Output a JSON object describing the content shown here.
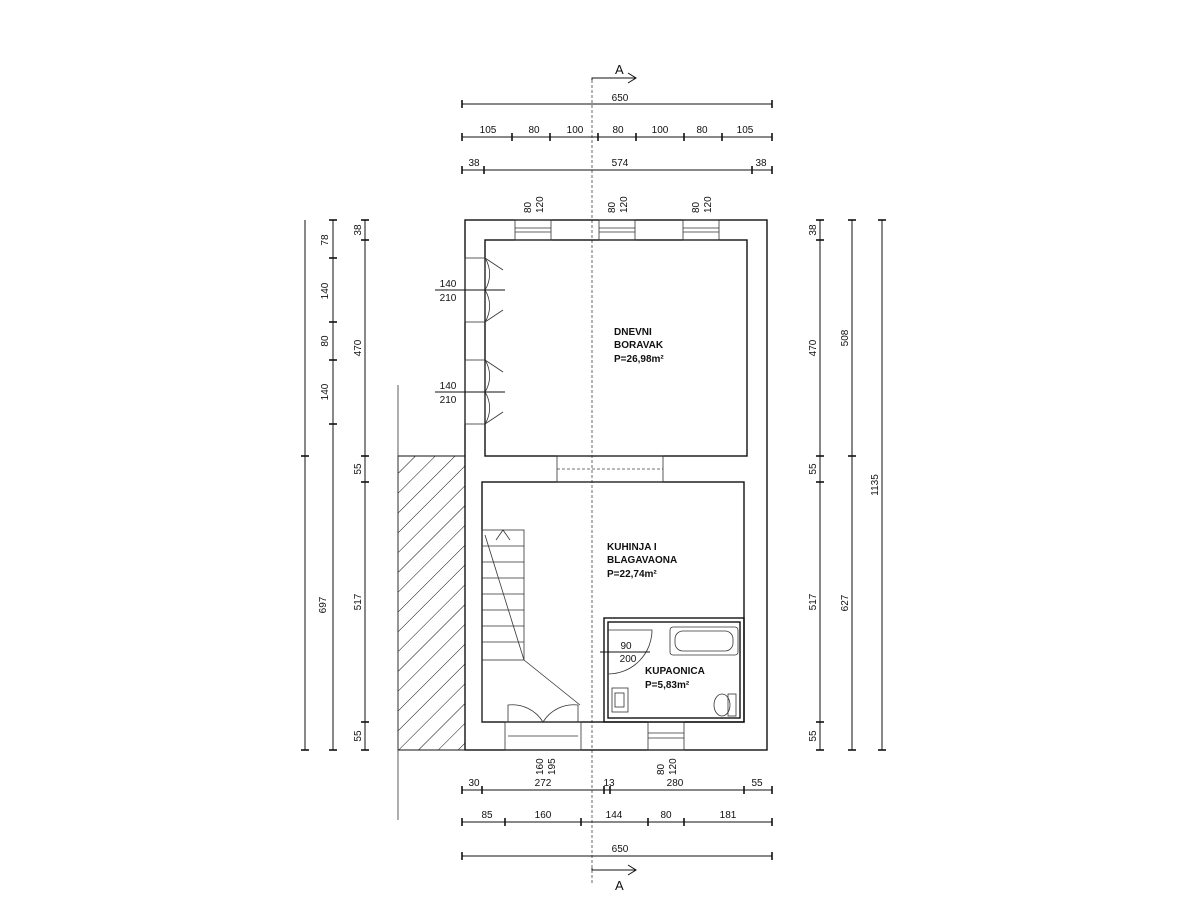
{
  "section": {
    "label": "A"
  },
  "dims": {
    "top": {
      "overall": "650",
      "segments": [
        "105",
        "80",
        "100",
        "80",
        "100",
        "80",
        "105"
      ],
      "wall_left": "38",
      "inner": "574",
      "wall_right": "38"
    },
    "top_windows": [
      {
        "w": "80",
        "h": "120"
      },
      {
        "w": "80",
        "h": "120"
      },
      {
        "w": "80",
        "h": "120"
      }
    ],
    "left": {
      "upper": [
        "78",
        "140",
        "80",
        "140"
      ],
      "lower": "697",
      "chain2": [
        "38",
        "470",
        "55",
        "517",
        "55"
      ]
    },
    "left_doors": [
      {
        "w": "140",
        "h": "210"
      },
      {
        "w": "140",
        "h": "210"
      }
    ],
    "right": {
      "chain1": [
        "38",
        "470",
        "55",
        "517",
        "55"
      ],
      "chain2": [
        "508",
        "627"
      ],
      "overall": "1135"
    },
    "bottom": {
      "row1": [
        "30",
        "272",
        "13",
        "280",
        "55"
      ],
      "row2": [
        "85",
        "160",
        "144",
        "80",
        "181"
      ],
      "overall": "650",
      "door": {
        "w": "160",
        "h": "195"
      },
      "window": {
        "w": "80",
        "h": "120"
      }
    },
    "bath_door": {
      "w": "90",
      "h": "200"
    }
  },
  "rooms": {
    "living": {
      "line1": "DNEVNI",
      "line2": "BORAVAK",
      "area": "P=26,98m²"
    },
    "kitchen": {
      "line1": "KUHINJA I",
      "line2": "BLAGAVAONA",
      "area": "P=22,74m²"
    },
    "bath": {
      "line1": "KUPAONICA",
      "area": "P=5,83m²"
    }
  }
}
